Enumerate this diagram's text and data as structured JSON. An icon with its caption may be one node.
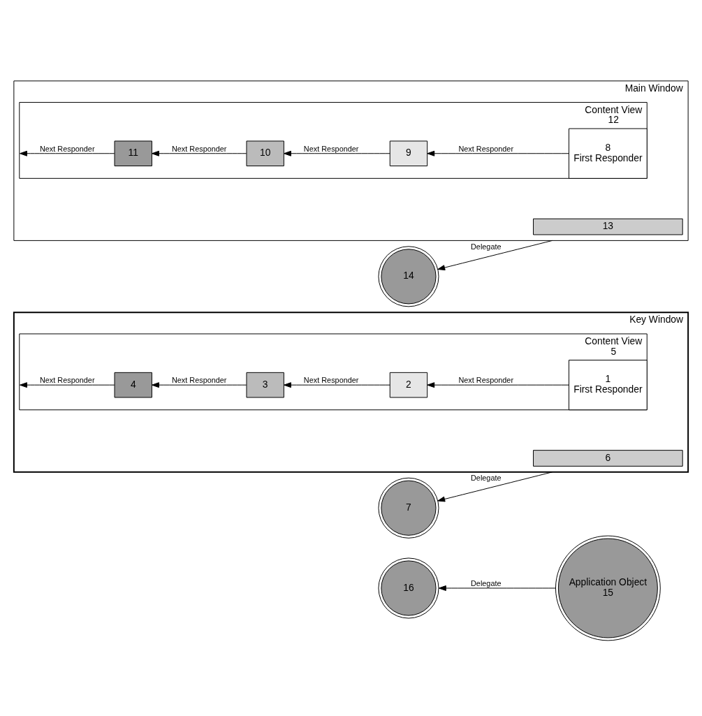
{
  "diagram": {
    "nodes": [
      {
        "text": [
          "Application Object",
          "15"
        ]
      },
      {
        "text": [
          "16"
        ]
      },
      {
        "text": [
          "7"
        ]
      },
      {
        "text": [
          "Key Window"
        ]
      },
      {
        "text": [
          "6"
        ],
        "in": 3
      },
      {
        "text": [
          "Content View",
          "5"
        ],
        "in": 3
      },
      {
        "text": [
          "1",
          "First Responder"
        ],
        "in": 5
      },
      {
        "text": [
          "2"
        ],
        "in": 5
      },
      {
        "text": [
          "3"
        ],
        "in": 5
      },
      {
        "text": [
          "4"
        ],
        "in": 5
      },
      {
        "text": [
          "14"
        ]
      },
      {
        "text": [
          "Main Window"
        ]
      },
      {
        "text": [
          "13"
        ],
        "in": 11
      },
      {
        "text": [
          "Content View",
          "12"
        ],
        "in": 11
      },
      {
        "text": [
          "8",
          "First Responder"
        ],
        "in": 13
      },
      {
        "text": [
          "9"
        ],
        "in": 13
      },
      {
        "text": [
          "10"
        ],
        "in": 13
      },
      {
        "text": [
          "11"
        ],
        "in": 13
      }
    ],
    "edges": [
      {
        "from": 0,
        "to": 1,
        "arrow": "to",
        "label": "Delegate"
      },
      {
        "from": 3,
        "to": 2,
        "arrow": "to",
        "label": "Delegate"
      },
      {
        "from": 6,
        "to": 7,
        "arrow": "to",
        "label": "Next Responder"
      },
      {
        "from": 7,
        "to": 8,
        "arrow": "to",
        "label": "Next Responder"
      },
      {
        "from": 8,
        "to": 9,
        "arrow": "to",
        "label": "Next Responder"
      },
      {
        "from": 9,
        "to": 5,
        "arrow": "to",
        "label": "Next Responder"
      },
      {
        "from": 11,
        "to": 10,
        "arrow": "to",
        "label": "Delegate"
      },
      {
        "from": 14,
        "to": 15,
        "arrow": "to",
        "label": "Next Responder"
      },
      {
        "from": 15,
        "to": 16,
        "arrow": "to",
        "label": "Next Responder"
      },
      {
        "from": 16,
        "to": 17,
        "arrow": "to",
        "label": "Next Responder"
      },
      {
        "from": 17,
        "to": 13,
        "arrow": "to",
        "label": "Next Responder"
      }
    ]
  }
}
